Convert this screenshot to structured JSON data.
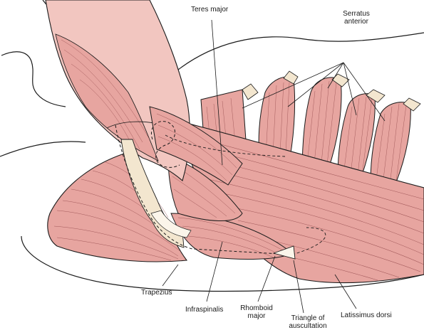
{
  "colors": {
    "muscle": "#e7a5a0",
    "muscle_light": "#f2c6c0",
    "muscle_dark": "#c97a78",
    "fiber": "#8a3f42",
    "tendon": "#f3e6cf",
    "outline": "#1b1b1b",
    "background": "#ffffff"
  },
  "labels": {
    "teres_major": "Teres major",
    "serratus_line1": "Serratus",
    "serratus_line2": "anterior",
    "trapezius": "Trapezius",
    "infraspinalis": "Infraspinalis",
    "rhomboid_line1": "Rhomboid",
    "rhomboid_line2": "major",
    "triangle_line1": "Triangle of",
    "triangle_line2": "auscultation",
    "latissimus": "Latissimus dorsi"
  }
}
